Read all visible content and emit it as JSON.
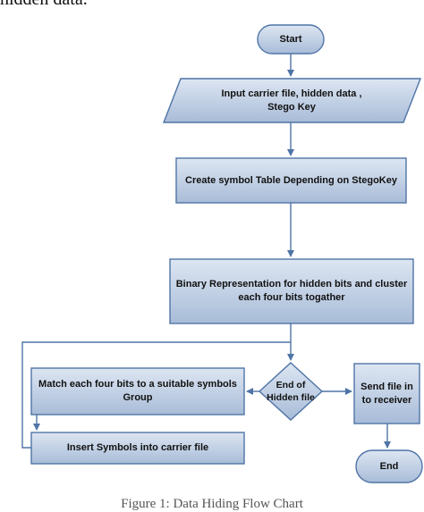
{
  "page": {
    "top_text": "hidden data.",
    "caption": "Figure 1: Data Hiding Flow Chart"
  },
  "colors": {
    "fill_top": "#dde6f2",
    "fill_bottom": "#a8bcd8",
    "stroke": "#4f74a6",
    "arrow": "#4f74a6"
  },
  "nodes": {
    "start": "Start",
    "input": "Input carrier file, hidden data ,\nStego Key",
    "symbol_table": "Create symbol Table Depending on StegoKey",
    "binary": "Binary Representation for hidden bits and cluster\neach four bits togather",
    "match": "Match each four bits to a suitable symbols\nGroup",
    "decision": "End of\nHidden file",
    "send": "Send file in\nto receiver",
    "insert": "Insert Symbols into carrier file",
    "end": "End"
  }
}
